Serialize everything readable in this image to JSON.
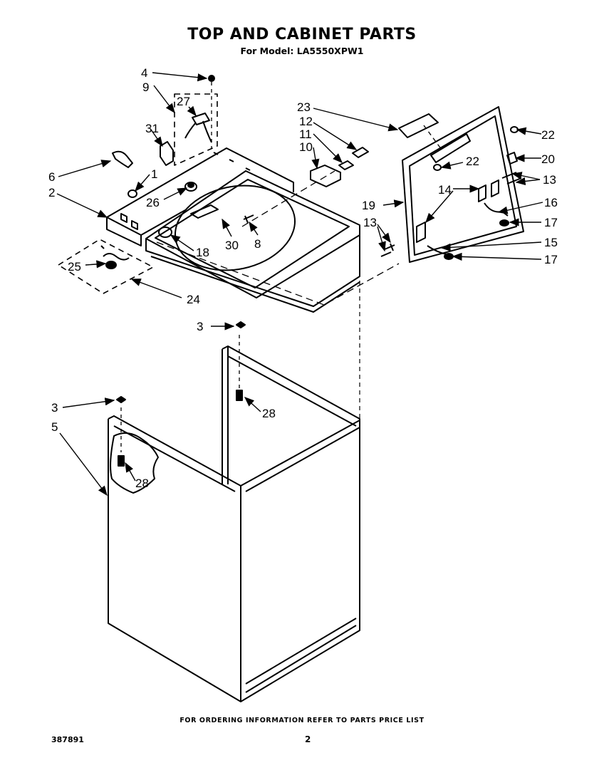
{
  "title": "TOP AND CABINET PARTS",
  "subtitle": "For Model: LA5550XPW1",
  "footer": "FOR ORDERING INFORMATION REFER TO PARTS PRICE LIST",
  "doc_number": "387891",
  "page_number": "2",
  "callouts": [
    "4",
    "9",
    "27",
    "31",
    "6",
    "1",
    "2",
    "26",
    "30",
    "8",
    "18",
    "25",
    "24",
    "23",
    "12",
    "11",
    "10",
    "22",
    "22",
    "20",
    "13",
    "14",
    "16",
    "19",
    "17",
    "13",
    "15",
    "17",
    "3",
    "28",
    "3",
    "5",
    "28"
  ]
}
